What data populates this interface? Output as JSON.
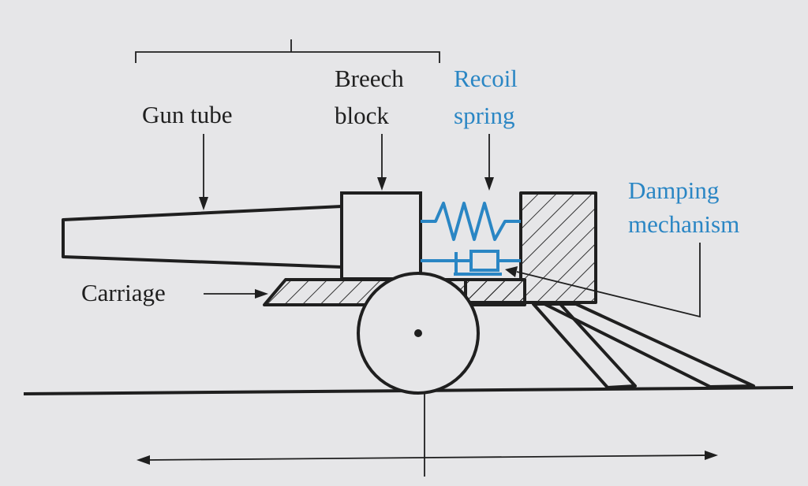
{
  "colors": {
    "paper": "#e6e6e8",
    "ink": "#1f1f1f",
    "accent": "#2a86c4"
  },
  "labels": {
    "gun_tube": "Gun tube",
    "breech_line1": "Breech",
    "breech_line2": "block",
    "recoil_line1": "Recoil",
    "recoil_line2": "spring",
    "damping_line1": "Damping",
    "damping_line2": "mechanism",
    "carriage": "Carriage"
  }
}
